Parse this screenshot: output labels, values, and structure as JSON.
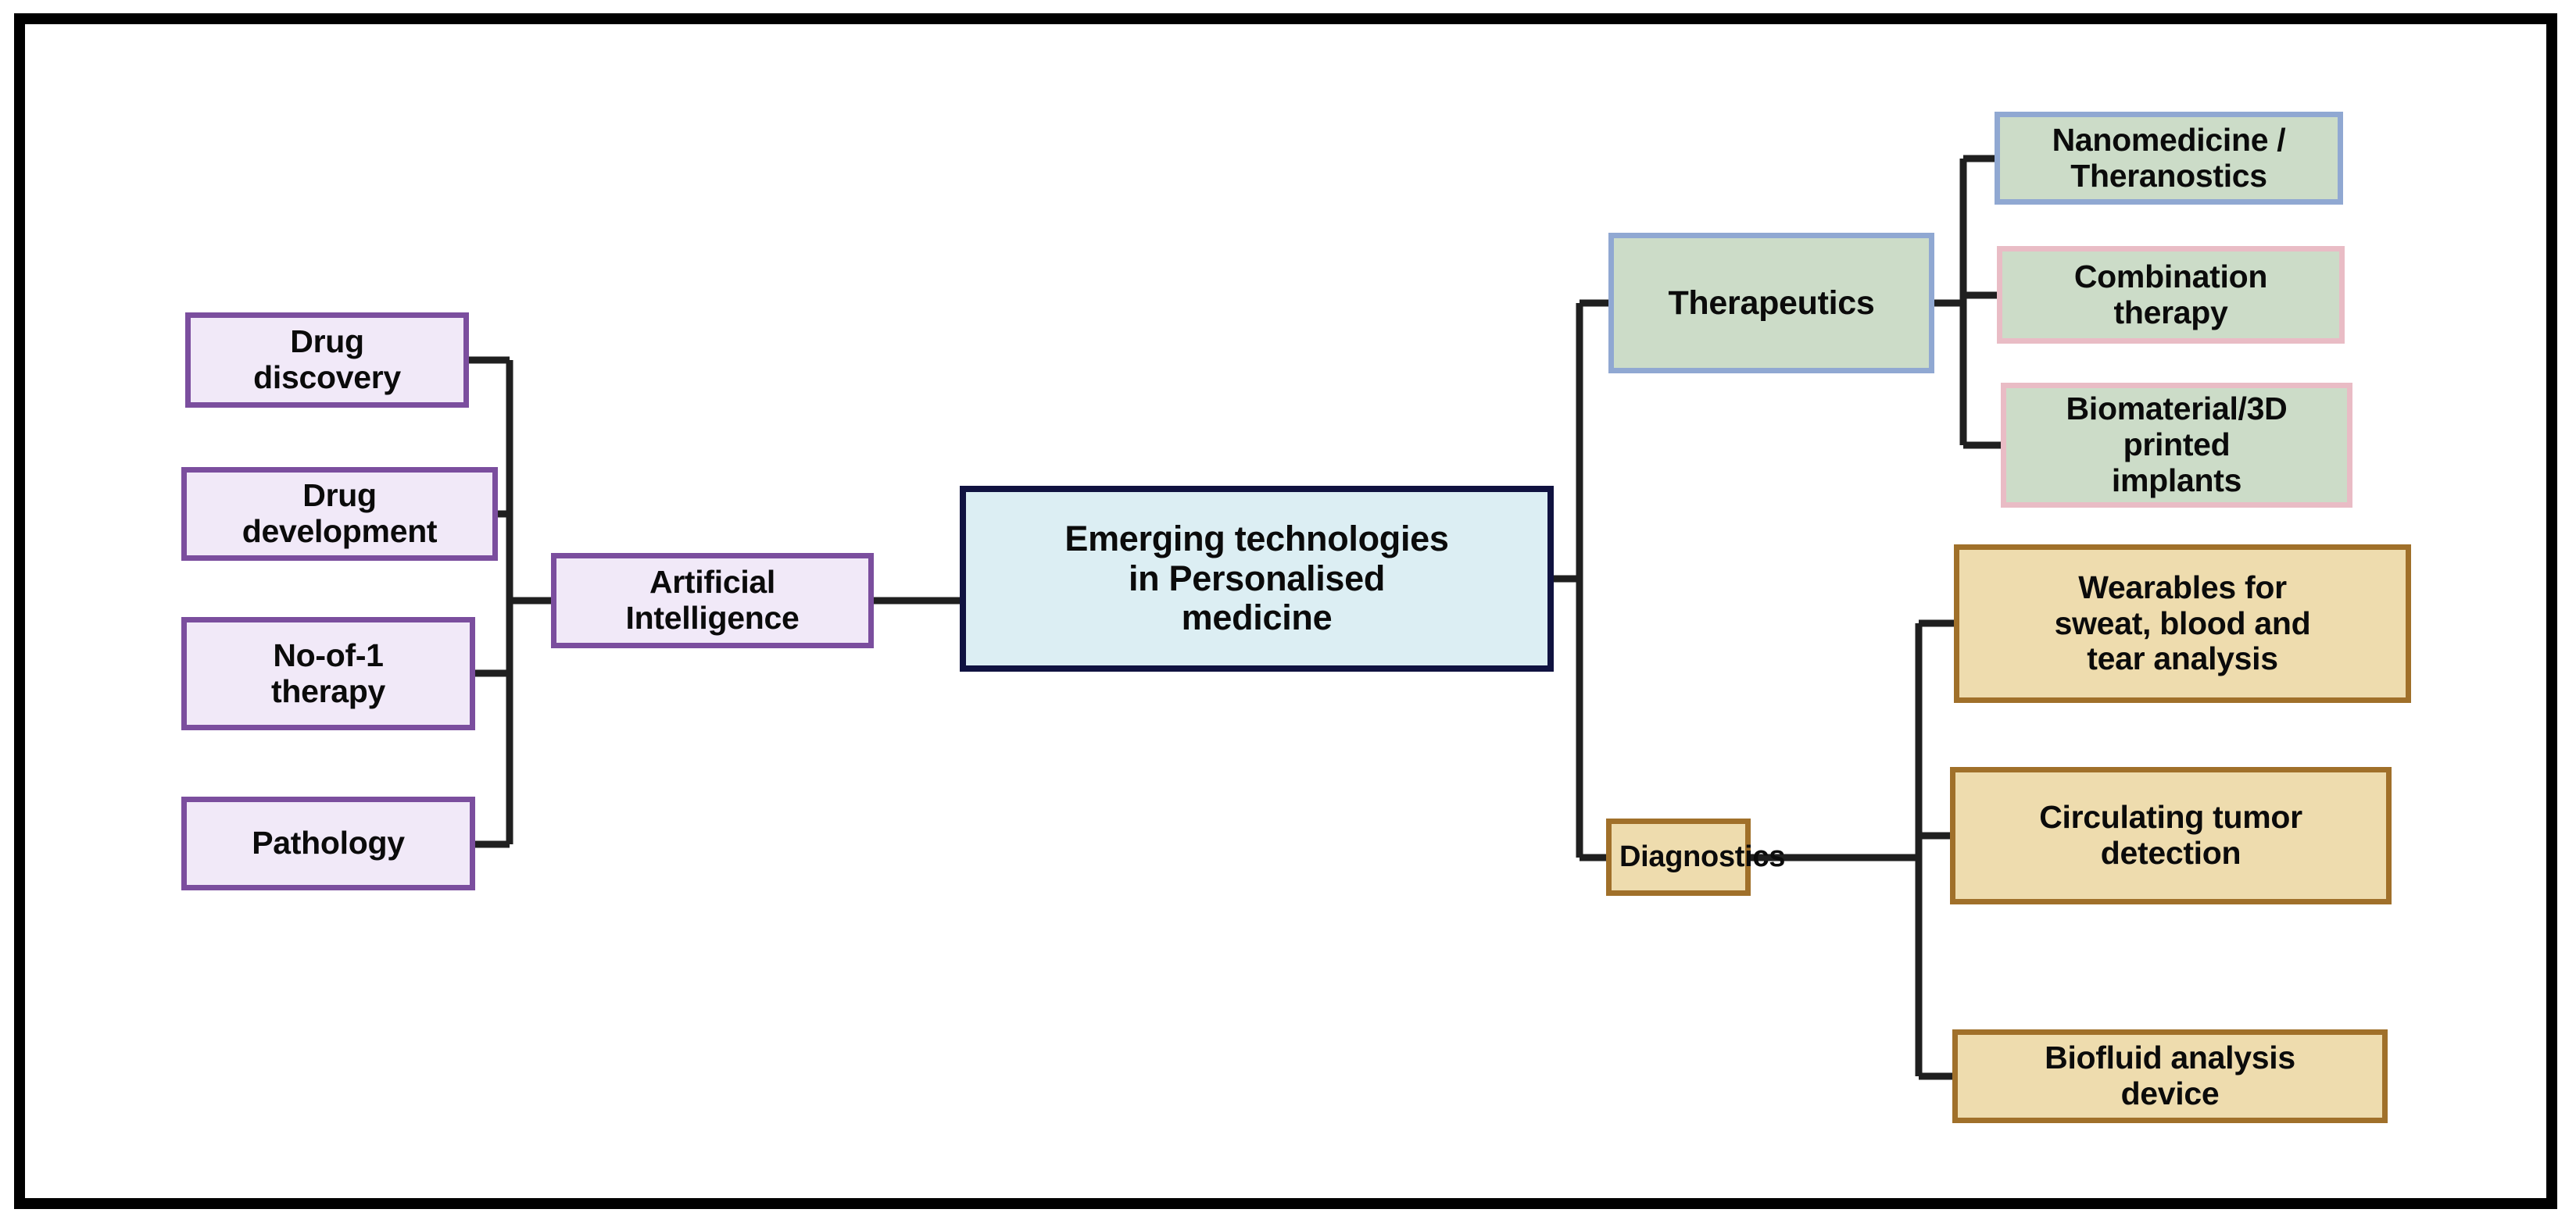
{
  "diagram": {
    "kind": "horizontal-tree-flowchart",
    "frame": {
      "border_color": "#000000"
    },
    "center": {
      "title": "Emerging technologies\nin Personalised\nmedicine",
      "fill": "#dceef3",
      "border": "#101240"
    },
    "left_branch": {
      "hub": {
        "label": "Artificial\nIntelligence",
        "fill": "#f1e9f8",
        "border": "#7b4e9e"
      },
      "items": [
        {
          "label": "Drug\ndiscovery",
          "fill": "#f1e9f8",
          "border": "#7b4e9e"
        },
        {
          "label": "Drug\ndevelopment",
          "fill": "#f1e9f8",
          "border": "#7b4e9e"
        },
        {
          "label": "No-of-1\ntherapy",
          "fill": "#f1e9f8",
          "border": "#7b4e9e"
        },
        {
          "label": "Pathology",
          "fill": "#f1e9f8",
          "border": "#7b4e9e"
        }
      ]
    },
    "right_branches": [
      {
        "hub": {
          "label": "Therapeutics",
          "fill": "#ccdcc8",
          "border": "#90a8d2"
        },
        "items": [
          {
            "label": "Nanomedicine /\nTheranostics",
            "fill": "#ccdcc8",
            "border": "#90a8d2"
          },
          {
            "label": "Combination\ntherapy",
            "fill": "#ccdcc8",
            "border": "#e9bcc5"
          },
          {
            "label": "Biomaterial/3D\nprinted\nimplants",
            "fill": "#ccdcc8",
            "border": "#e9bcc5"
          }
        ]
      },
      {
        "hub": {
          "label": "Diagnostics",
          "fill": "#eedcae",
          "border": "#a0702a"
        },
        "items": [
          {
            "label": "Wearables for\nsweat, blood and\ntear analysis",
            "fill": "#eedcae",
            "border": "#a0702a"
          },
          {
            "label": "Circulating tumor\ndetection",
            "fill": "#eedcae",
            "border": "#a0702a"
          },
          {
            "label": "Biofluid analysis\ndevice",
            "fill": "#eedcae",
            "border": "#a0702a"
          }
        ]
      }
    ],
    "connector_color": "#1f1f1f"
  }
}
